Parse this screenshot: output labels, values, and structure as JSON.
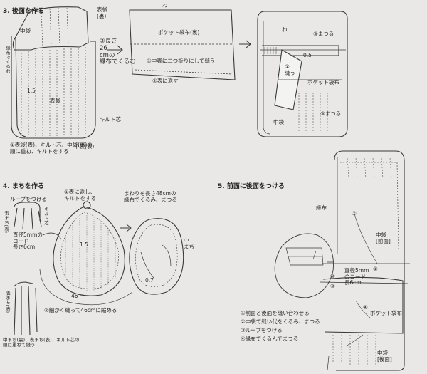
{
  "step3": {
    "heading": "3. 後面を作る",
    "naka_bukuro": "中袋",
    "omote_ura": "表袋\n(裏)",
    "length_note": "②長さ\n26\ncmの\n縁布でくるむ",
    "vertical_edge": "縁布でくるむ",
    "dim_15": "1.5",
    "omote_bukuro": "表袋",
    "quilt_shin": "キルト芯",
    "naka_bukuro_omote": "中袋(表)",
    "step1_note": "①表袋(表)、キルト芯、中袋(裏)の\n順に重ね、キルトをする",
    "wa_1": "わ",
    "pocket_ura": "ポケット袋布(裏)",
    "fold_note": "①中表に二つ折りにして縫う",
    "turn_note": "②表に返す",
    "wa_2": "わ",
    "mats_3_2": "③まつる",
    "dim_05": "0.5",
    "nuu_1": "①\n縫う",
    "pocket_fabric": "ポケット袋布",
    "mats_3_1": "③まつる",
    "naka_bukuro_2": "中袋"
  },
  "step4": {
    "heading": "4. まちを作る",
    "loop_note": "ループをつける",
    "omote_label": "表まち(表)",
    "quilt_shin": "キルト芯",
    "turn_note": "①表に返し、\nキルトをする",
    "dim_15": "1.5",
    "cord_note": "直径5mmの\nコード\n長さ6cm",
    "dim_46": "46",
    "gather_note": "②細かく縫って46cmに縮める",
    "omote_label2": "表まち(表)",
    "layer_note": "中まち(裏)、表まち(表)、キルト芯の\n順に重ねて縫う",
    "wrap_note": "まわりを長さ48cmの\n縁布でくるみ、まつる",
    "naka_machi": "中\nまち",
    "dim_07": "0.7"
  },
  "step5": {
    "heading": "5. 前面に後面をつける",
    "enuno": "縁布",
    "c2": "②",
    "naka_mae": "中袋\n[前面]",
    "c1": "①",
    "cord_note": "直径5mm\nのコード\n長6cm",
    "c3a": "③",
    "c3b": "③",
    "c4": "④",
    "pocket_fabric": "ポケット袋布",
    "naka_ushiro": "中袋\n[後面]",
    "steps": [
      "①前面と後面を縫い合わせる",
      "②中袋で縫い代をくるみ、まつる",
      "③ループをつける",
      "④縁布でくるんでまつる"
    ]
  }
}
